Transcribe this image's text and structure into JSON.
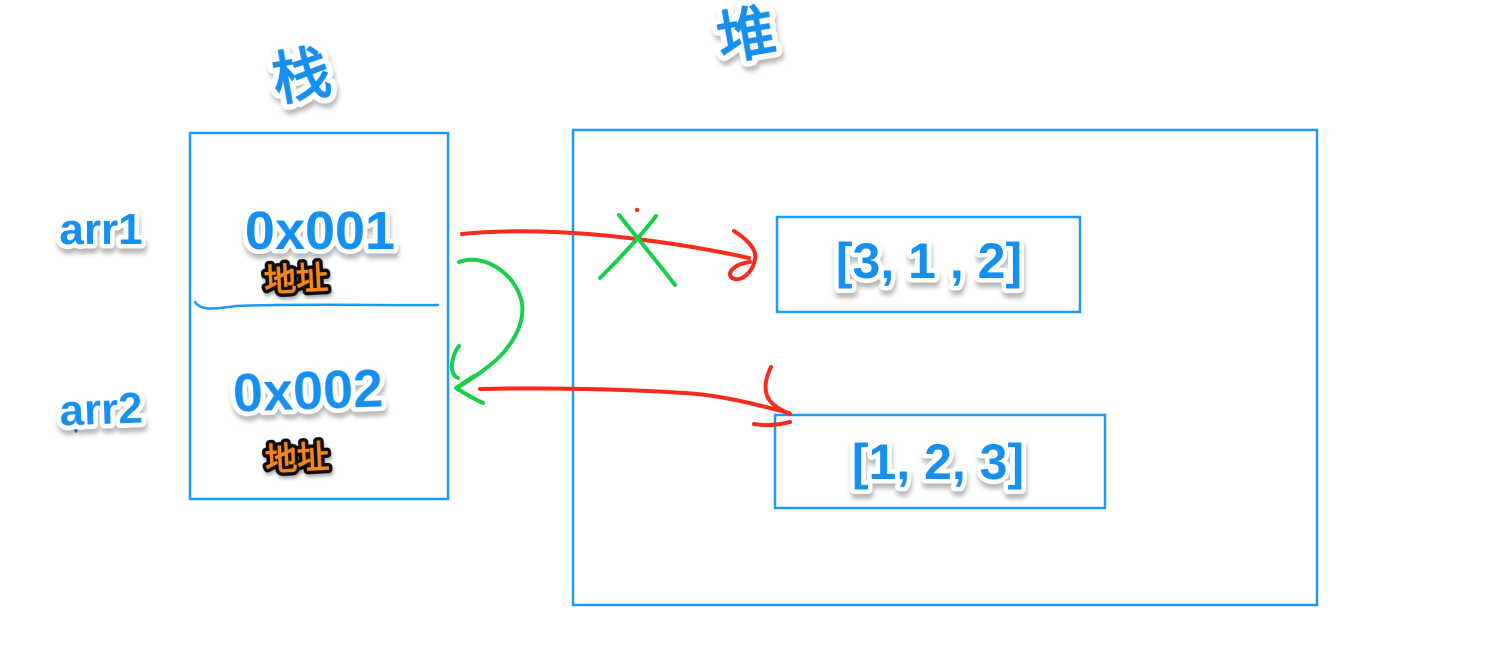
{
  "colors": {
    "box_blue": "#1E9AF4",
    "text_blue": "#1590F0",
    "orange": "#F5861B",
    "red": "#F92B1C",
    "green": "#17CF4B"
  },
  "stack": {
    "title": "栈",
    "rows": [
      {
        "var": "arr1",
        "value": "0x001",
        "note": "地址"
      },
      {
        "var": "arr2",
        "value": "0x002",
        "note": "地址"
      }
    ]
  },
  "heap": {
    "title": "堆",
    "objects": [
      {
        "value": "[3, 1 , 2]"
      },
      {
        "value": "[1, 2, 3]"
      }
    ]
  }
}
